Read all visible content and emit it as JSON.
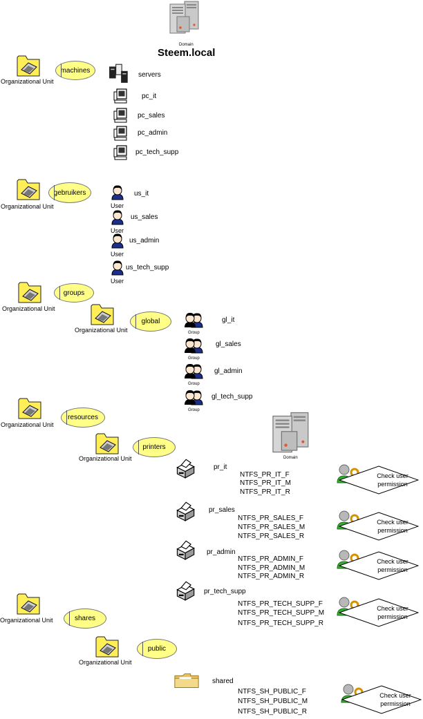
{
  "domain": {
    "caption": "Domain",
    "name": "Steem.local"
  },
  "ou_caption": "Organizational Unit",
  "user_caption": "User",
  "group_caption": "Group",
  "machines": {
    "label": "machines",
    "items": [
      "servers",
      "pc_it",
      "pc_sales",
      "pc_admin",
      "pc_tech_supp"
    ]
  },
  "gebruikers": {
    "label": "gebruikers",
    "items": [
      "us_it",
      "us_sales",
      "us_admin",
      "us_tech_supp"
    ]
  },
  "groups": {
    "label": "groups"
  },
  "global": {
    "label": "global",
    "items": [
      "gl_it",
      "gl_sales",
      "gl_admin",
      "gl_tech_supp"
    ]
  },
  "resources": {
    "label": "resources"
  },
  "printers": {
    "label": "printers",
    "domain_caption": "Domain",
    "items": [
      {
        "name": "pr_it",
        "perms": [
          "NTFS_PR_IT_F",
          "NTFS_PR_IT_M",
          "NTFS_PR_IT_R"
        ],
        "check": [
          "Check user",
          "permission"
        ]
      },
      {
        "name": "pr_sales",
        "perms": [
          "NTFS_PR_SALES_F",
          "NTFS_PR_SALES_M",
          "NTFS_PR_SALES_R"
        ],
        "check": [
          "Check user",
          "permission"
        ]
      },
      {
        "name": "pr_admin",
        "perms": [
          "NTFS_PR_ADMIN_F",
          "NTFS_PR_ADMIN_M",
          "NTFS_PR_ADMIN_R"
        ],
        "check": [
          "Check user",
          "permission"
        ]
      },
      {
        "name": "pr_tech_supp",
        "perms": [
          "NTFS_PR_TECH_SUPP_F",
          "NTFS_PR_TECH_SUPP_M",
          "NTFS_PR_TECH_SUPP_R"
        ],
        "check": [
          "Check user",
          "permission"
        ]
      }
    ]
  },
  "shares": {
    "label": "shares"
  },
  "public": {
    "label": "public",
    "item": {
      "name": "shared",
      "perms": [
        "NTFS_SH_PUBLIC_F",
        "NTFS_SH_PUBLIC_M",
        "NTFS_SH_PUBLIC_R"
      ],
      "check": [
        "Check user",
        "permission"
      ]
    }
  }
}
